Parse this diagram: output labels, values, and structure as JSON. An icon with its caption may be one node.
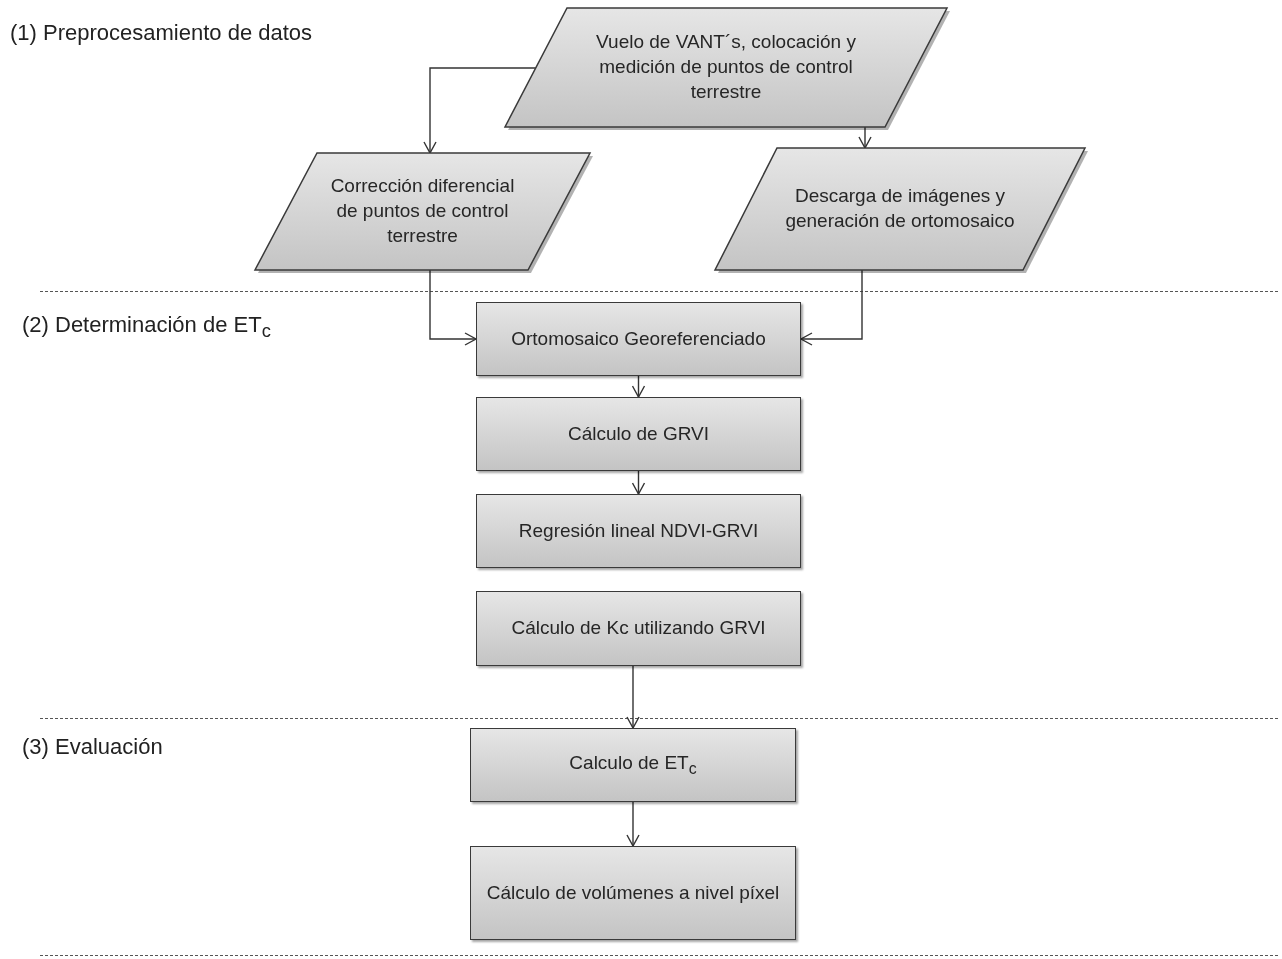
{
  "diagram": {
    "nodes": [
      {
        "text": [
          "Vuelo de VANT´s, colocación y medición de puntos de control terrestre"
        ]
      },
      {
        "text": [
          "Corrección diferencial de puntos de control terrestre"
        ]
      },
      {
        "text": [
          "Descarga de imágenes y generación de ortomosaico"
        ]
      },
      {
        "text": [
          "Ortomosaico Georeferenciado"
        ]
      },
      {
        "text": [
          "Cálculo de GRVI"
        ]
      },
      {
        "text": [
          "Regresión lineal NDVI-GRVI"
        ]
      },
      {
        "text": [
          "Cálculo de Kc utilizando GRVI"
        ]
      },
      {
        "text": [
          "Calculo de ET$_{c}$"
        ]
      },
      {
        "text": [
          "Cálculo de volúmenes a nivel píxel"
        ]
      }
    ],
    "edges": [
      {
        "from": 0,
        "to": 1,
        "arrow": "to"
      },
      {
        "from": 0,
        "to": 2,
        "arrow": "to"
      },
      {
        "from": 1,
        "to": 3,
        "arrow": "to"
      },
      {
        "from": 2,
        "to": 3,
        "arrow": "to"
      },
      {
        "from": 3,
        "to": 4,
        "arrow": "to"
      },
      {
        "from": 4,
        "to": 5,
        "arrow": "to"
      },
      {
        "from": 6,
        "to": 7,
        "arrow": "to"
      },
      {
        "from": 7,
        "to": 8,
        "arrow": "to"
      }
    ],
    "labels": [
      "(1) Preprocesamiento de datos",
      "(2) Determinación de ET$_{c}$",
      "(3) Evaluación"
    ]
  }
}
